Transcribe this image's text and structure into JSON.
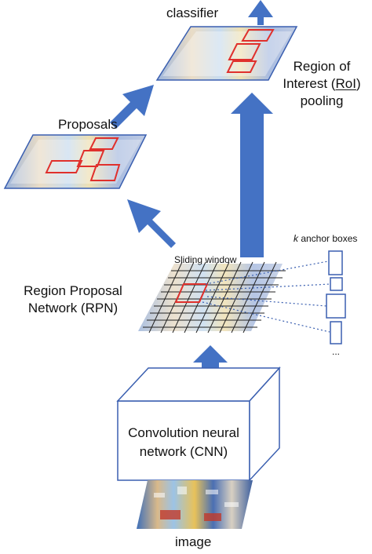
{
  "labels": {
    "classifier": "classifier",
    "roi_line1": "Region of",
    "roi_line2_pre": "Interest (",
    "roi_line2_underlined": "RoI",
    "roi_line2_post": ")",
    "roi_line3": "pooling",
    "proposals": "Proposals",
    "anchor_k": "k",
    "anchor_rest": " anchor boxes",
    "sliding_window": "Sliding window",
    "rpn_line1": "Region Proposal",
    "rpn_line2": "Network (RPN)",
    "cnn_line1": "Convolution neural",
    "cnn_line2": "network (CNN)",
    "image": "image",
    "anchor_ellipsis": "..."
  },
  "colors": {
    "arrow": "#4472c4",
    "box_outline": "#3a5fb0",
    "proposal_red": "#e0302c",
    "grid": "#222222",
    "anchor_line": "#3a5fb0"
  }
}
